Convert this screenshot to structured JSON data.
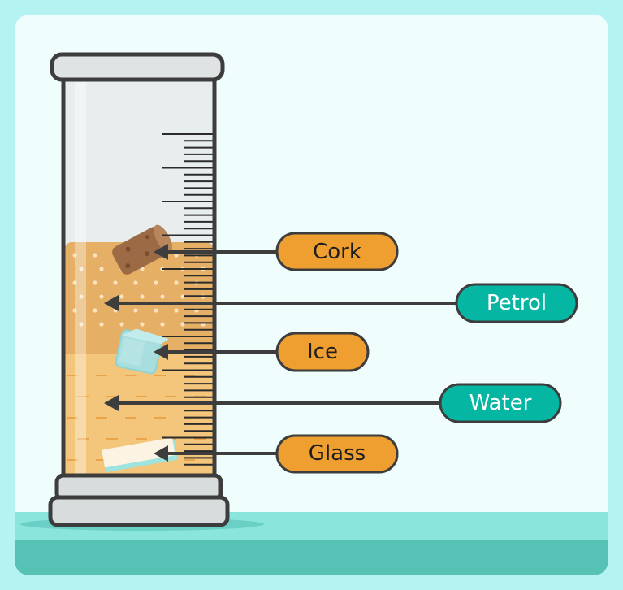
{
  "colors": {
    "frame": "#b5f3f3",
    "background": "#effdfd",
    "petrol_fill": "#e5af65",
    "water_fill": "#f3c67c",
    "orange_label": "#ef9f2f",
    "teal_label": "#05b7a2",
    "outline": "#3d3d3d",
    "floor_top": "#8ae5dd",
    "floor_bottom": "#55c2b5"
  },
  "labels": [
    {
      "id": "cork",
      "text": "Cork",
      "style": "orange"
    },
    {
      "id": "petrol",
      "text": "Petrol",
      "style": "teal"
    },
    {
      "id": "ice",
      "text": "Ice",
      "style": "orange"
    },
    {
      "id": "water",
      "text": "Water",
      "style": "teal"
    },
    {
      "id": "glass",
      "text": "Glass",
      "style": "orange"
    }
  ]
}
